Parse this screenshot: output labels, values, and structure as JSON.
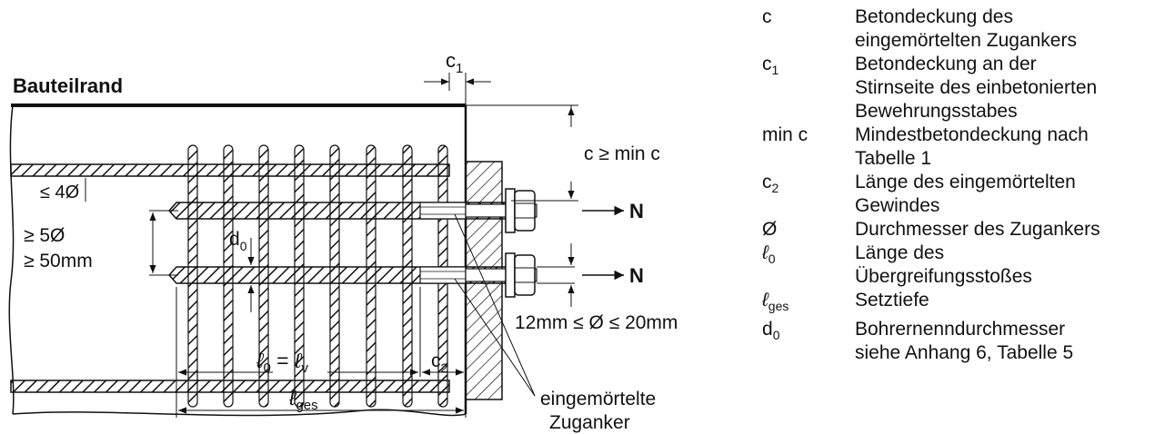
{
  "drawing": {
    "edge_label": "Bauteilrand",
    "c1_label": "c",
    "c1_sub": "1",
    "c_min_label": "c ≥ min c",
    "spacing_max": "≤ 4Ø",
    "spacing_min_1": "≥   5Ø",
    "spacing_min_2": "≥ 50mm",
    "d0_label": "d",
    "d0_sub": "0",
    "force_top": "N",
    "force_bottom": "N",
    "diameter_range": "12mm  ≤  Ø  ≤  20mm",
    "l0_script": "ℓ",
    "l0_sub": "0",
    "l0_equals": " = ",
    "lv_script": "ℓ",
    "lv_sub": "v",
    "c2_label": "c",
    "c2_sub": "2",
    "lges_script": "ℓ",
    "lges_sub": "ges",
    "anchor_label_1": "eingemörtelte",
    "anchor_label_2": "Zuganker"
  },
  "legend": [
    {
      "sym": "c",
      "sub": "",
      "italic": false,
      "lines": [
        "Betondeckung des",
        "eingemörtelten Zugankers"
      ]
    },
    {
      "sym": "c",
      "sub": "1",
      "italic": false,
      "lines": [
        "Betondeckung an der",
        "Stirnseite des einbetonierten",
        "Bewehrungsstabes"
      ]
    },
    {
      "sym": "min c",
      "sub": "",
      "italic": false,
      "lines": [
        "Mindestbetondeckung nach",
        "Tabelle 1"
      ]
    },
    {
      "sym": "c",
      "sub": "2",
      "italic": false,
      "lines": [
        "Länge des eingemörtelten",
        "Gewindes"
      ]
    },
    {
      "sym": "Ø",
      "sub": "",
      "italic": false,
      "lines": [
        "Durchmesser des Zugankers"
      ]
    },
    {
      "sym": "ℓ",
      "sub": "0",
      "italic": true,
      "lines": [
        "Länge des",
        "Übergreifungsstoßes"
      ]
    },
    {
      "sym": "ℓ",
      "sub": "ges",
      "italic": true,
      "lines": [
        "Setztiefe"
      ]
    },
    {
      "sym": "d",
      "sub": "0",
      "italic": false,
      "lines": [
        "Bohrernenndurchmesser",
        "siehe Anhang 6, Tabelle 5"
      ]
    }
  ]
}
